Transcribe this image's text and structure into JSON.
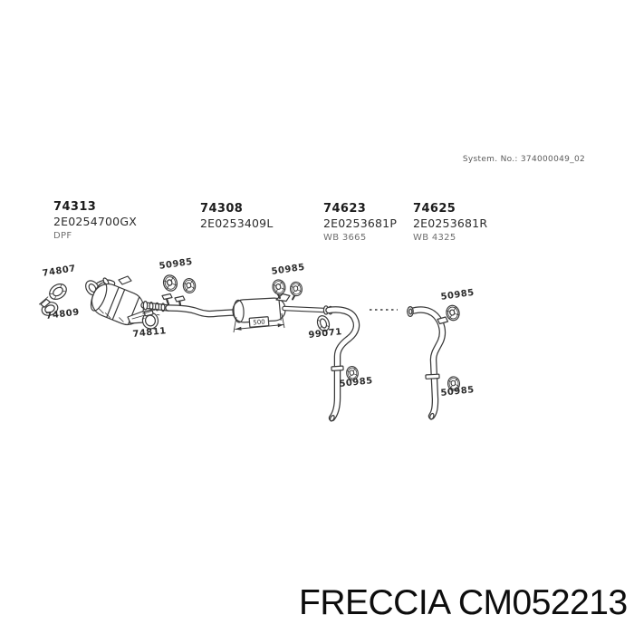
{
  "header": {
    "system_note": "System. No.: 374000049_02"
  },
  "part_groups": [
    {
      "ref": "74313",
      "oem": "2E0254700GX",
      "note": "DPF"
    },
    {
      "ref": "74308",
      "oem": "2E0253409L"
    },
    {
      "ref": "74623",
      "oem": "2E0253681P",
      "note": "WB 3665"
    },
    {
      "ref": "74625",
      "oem": "2E0253681R",
      "note": "WB 4325"
    }
  ],
  "callouts": [
    {
      "text": "74807",
      "points_to": "gasket-ring"
    },
    {
      "text": "74809",
      "points_to": "front-clamp"
    },
    {
      "text": "74811",
      "points_to": "mid-clamp"
    },
    {
      "text": "50985",
      "points_to": "rubber-hangers-front-pipe"
    },
    {
      "text": "50985",
      "points_to": "rubber-hangers-muffler"
    },
    {
      "text": "99071",
      "points_to": "tail-clamp-ring"
    },
    {
      "text": "50985",
      "points_to": "rubber-hanger-tailpipe-1"
    },
    {
      "text": "50985",
      "points_to": "rubber-hanger-tailpipe-2-top"
    },
    {
      "text": "50985",
      "points_to": "rubber-hanger-tailpipe-2-bottom"
    }
  ],
  "dimension": {
    "label": "500"
  },
  "footer": {
    "brand_line": "FRECCIA CM052213"
  },
  "colors": {
    "background": "#ffffff",
    "line": "#3a3a3a",
    "text_primary": "#1c1c1c",
    "text_muted": "#6f6f6f",
    "brand_text": "#0d0d0d"
  }
}
